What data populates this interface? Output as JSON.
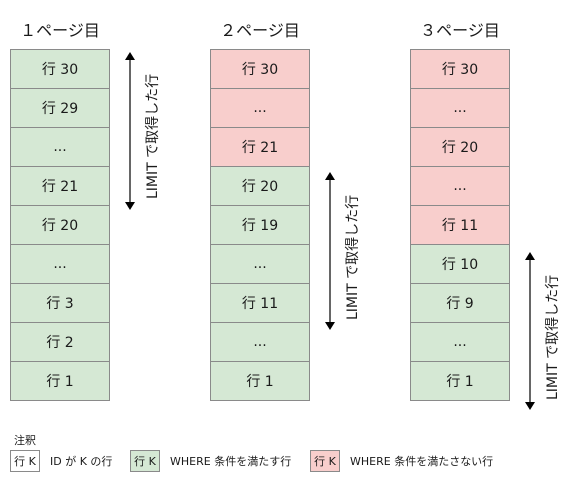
{
  "pages": [
    {
      "title": "１ページ目",
      "rows": [
        {
          "label": "行 30",
          "status": "match"
        },
        {
          "label": "行 29",
          "status": "match"
        },
        {
          "label": "...",
          "status": "match"
        },
        {
          "label": "行 21",
          "status": "match"
        },
        {
          "label": "行 20",
          "status": "match"
        },
        {
          "label": "...",
          "status": "match"
        },
        {
          "label": "行 3",
          "status": "match"
        },
        {
          "label": "行 2",
          "status": "match"
        },
        {
          "label": "行 1",
          "status": "match"
        }
      ],
      "limit_label": "LIMIT で取得した行"
    },
    {
      "title": "２ページ目",
      "rows": [
        {
          "label": "行 30",
          "status": "nomatch"
        },
        {
          "label": "...",
          "status": "nomatch"
        },
        {
          "label": "行 21",
          "status": "nomatch"
        },
        {
          "label": "行 20",
          "status": "match"
        },
        {
          "label": "行 19",
          "status": "match"
        },
        {
          "label": "...",
          "status": "match"
        },
        {
          "label": "行 11",
          "status": "match"
        },
        {
          "label": "...",
          "status": "match"
        },
        {
          "label": "行 1",
          "status": "match"
        }
      ],
      "limit_label": "LIMIT で取得した行"
    },
    {
      "title": "３ページ目",
      "rows": [
        {
          "label": "行 30",
          "status": "nomatch"
        },
        {
          "label": "...",
          "status": "nomatch"
        },
        {
          "label": "行 20",
          "status": "nomatch"
        },
        {
          "label": "...",
          "status": "nomatch"
        },
        {
          "label": "行 11",
          "status": "nomatch"
        },
        {
          "label": "行 10",
          "status": "match"
        },
        {
          "label": "行 9",
          "status": "match"
        },
        {
          "label": "...",
          "status": "match"
        },
        {
          "label": "行 1",
          "status": "match"
        }
      ],
      "limit_label": "LIMIT で取得した行"
    }
  ],
  "notes": {
    "title": "注釈",
    "items": [
      {
        "box": "行 K",
        "text": "ID が K の行",
        "status": "plain"
      },
      {
        "box": "行 K",
        "text": "WHERE 条件を満たす行",
        "status": "match"
      },
      {
        "box": "行 K",
        "text": "WHERE 条件を満たさない行",
        "status": "nomatch"
      }
    ]
  },
  "colors": {
    "match": "#d5e8d4",
    "nomatch": "#f8cecc",
    "plain": "#ffffff",
    "border": "#8a8a8a"
  }
}
